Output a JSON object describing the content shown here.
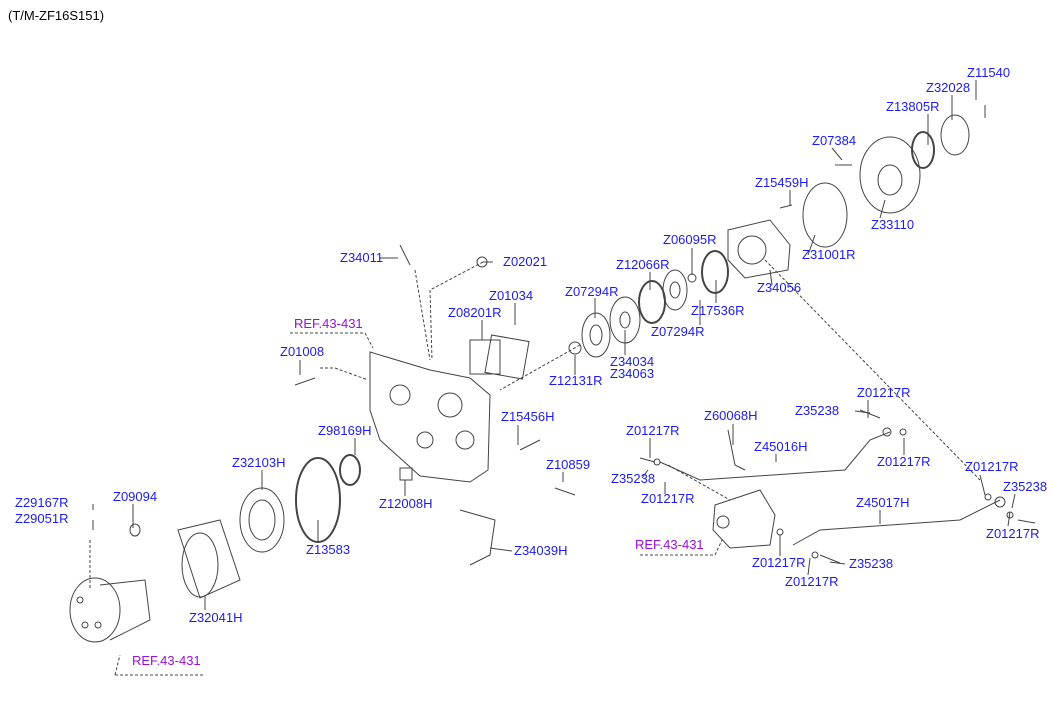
{
  "title": "(T/M-ZF16S151)",
  "references": [
    "REF.43-431",
    "REF.43-431",
    "REF.43-431"
  ],
  "labels": [
    "Z11540",
    "Z32028",
    "Z13805R",
    "Z07384",
    "Z15459H",
    "Z06095R",
    "Z12066R",
    "Z34011",
    "Z02021",
    "Z31001R",
    "Z33110",
    "Z34056",
    "Z07294R",
    "Z01034",
    "Z08201R",
    "Z17536R",
    "Z07294R",
    "Z01008",
    "Z34034",
    "Z34063",
    "Z12131R",
    "Z01217R",
    "Z35238",
    "Z15456H",
    "Z60068H",
    "Z98169H",
    "Z01217R",
    "Z45016H",
    "Z01217R",
    "Z32103H",
    "Z10859",
    "Z01217R",
    "Z35238",
    "Z35238",
    "Z29167R",
    "Z09094",
    "Z12008H",
    "Z01217R",
    "Z45017H",
    "Z29051R",
    "Z01217R",
    "Z13583",
    "Z34039H",
    "Z01217R",
    "Z35238",
    "Z01217R",
    "Z32041H"
  ],
  "colors": {
    "label": "#1c1cf0",
    "reference": "#9a10d8",
    "line": "#333333"
  }
}
